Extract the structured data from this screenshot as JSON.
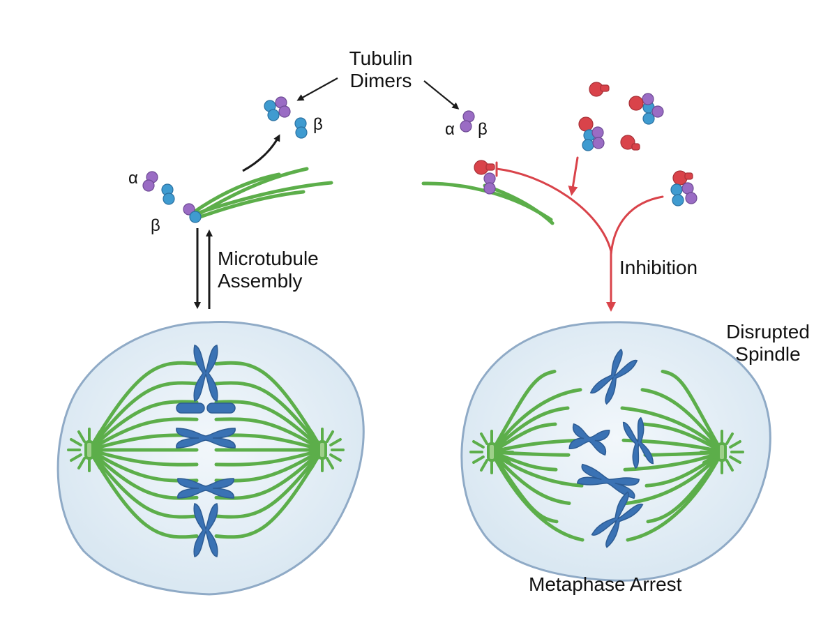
{
  "labels": {
    "tubulin_dimers_line1": "Tubulin",
    "tubulin_dimers_line2": "Dimers",
    "microtubule_assembly_line1": "Microtubule",
    "microtubule_assembly_line2": "Assembly",
    "inhibition": "Inhibition",
    "disrupted_spindle_line1": "Disrupted",
    "disrupted_spindle_line2": "Spindle",
    "metaphase_arrest": "Metaphase Arrest",
    "alpha": "α",
    "beta": "β"
  },
  "colors": {
    "alpha_tubulin": "#9a6cc4",
    "beta_tubulin": "#3f9bd0",
    "microtubule": "#5cae4a",
    "chromosome": "#3a72b4",
    "cell_fill": "#dce9f3",
    "cell_border": "#8faac6",
    "inhibitor": "#d9434a",
    "arrow": "#1a1a1a"
  }
}
